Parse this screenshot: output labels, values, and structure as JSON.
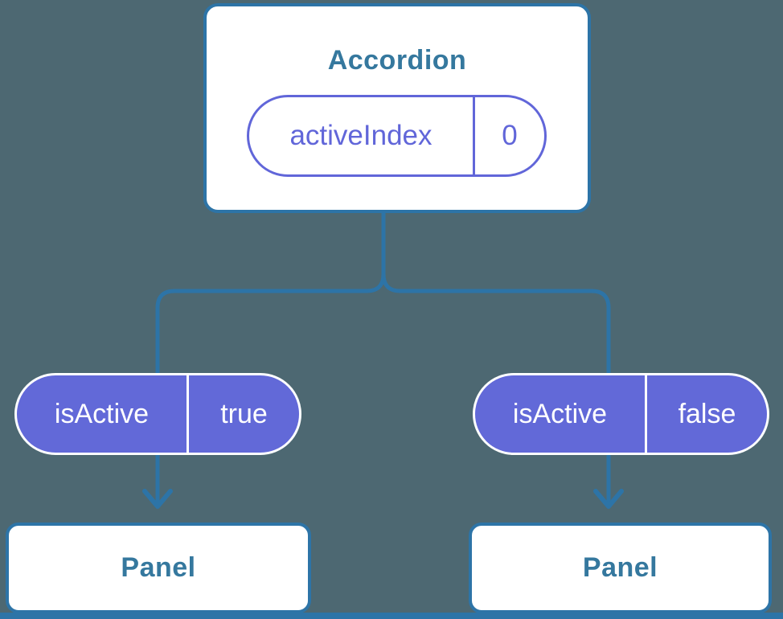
{
  "colors": {
    "background": "#4d6872",
    "connector_blue": "#2d74a7",
    "node_text_blue": "#35789e",
    "pill_purple": "#6269d8",
    "pill_border_and_text_white": "#ffffff",
    "state_pill_purple": "#6166d9",
    "node_fill": "#ffffff"
  },
  "tree": {
    "root": {
      "title": "Accordion",
      "prop": {
        "name": "activeIndex",
        "value": "0"
      }
    },
    "children": [
      {
        "prop": {
          "name": "isActive",
          "value": "true"
        },
        "node": {
          "title": "Panel"
        }
      },
      {
        "prop": {
          "name": "isActive",
          "value": "false"
        },
        "node": {
          "title": "Panel"
        }
      }
    ]
  }
}
